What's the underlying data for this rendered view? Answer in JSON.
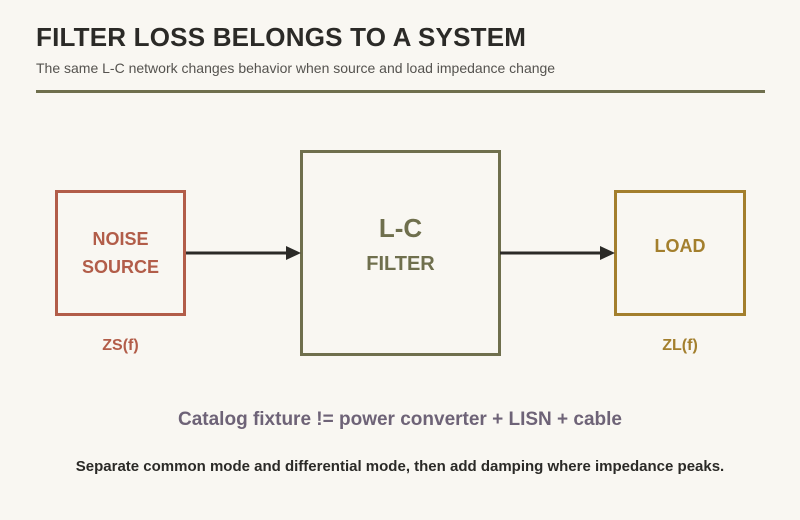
{
  "header": {
    "title": "FILTER LOSS BELONGS TO A SYSTEM",
    "subtitle": "The same L-C network changes behavior when source and load impedance change"
  },
  "diagram": {
    "source": {
      "line1": "NOISE",
      "line2": "SOURCE",
      "impedance": "ZS(f)",
      "color": "#b25d49"
    },
    "filter": {
      "name": "L-C",
      "kind": "FILTER",
      "color": "#6f6f4d"
    },
    "load": {
      "label": "LOAD",
      "impedance": "ZL(f)",
      "color": "#a37f2d"
    },
    "arrow_color": "#2b2a27"
  },
  "footer": {
    "note": "Catalog fixture != power converter + LISN + cable",
    "advice": "Separate common mode and differential mode, then add damping where impedance peaks."
  }
}
